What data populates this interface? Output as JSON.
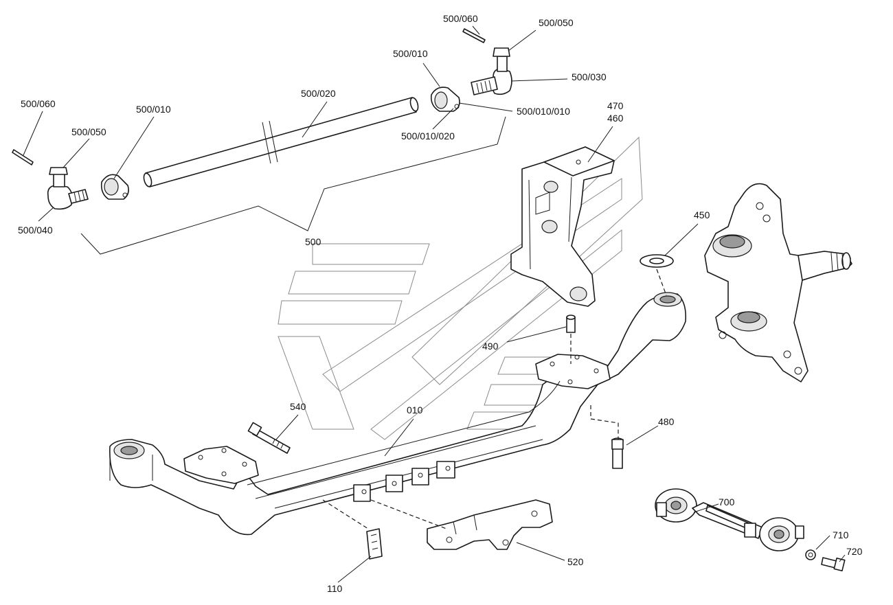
{
  "labels": {
    "l_500_060_top": "500/060",
    "l_500_050_top": "500/050",
    "l_500_010_top": "500/010",
    "l_500_030": "500/030",
    "l_500_010_010": "500/010/010",
    "l_500_010_020": "500/010/020",
    "l_500_020": "500/020",
    "l_500_060_left": "500/060",
    "l_500_050_left": "500/050",
    "l_500_010_left": "500/010",
    "l_500_040": "500/040",
    "l_500": "500",
    "l_470": "470",
    "l_460": "460",
    "l_450": "450",
    "l_490": "490",
    "l_540": "540",
    "l_010": "010",
    "l_480": "480",
    "l_700": "700",
    "l_710": "710",
    "l_720": "720",
    "l_520": "520",
    "l_110": "110"
  }
}
